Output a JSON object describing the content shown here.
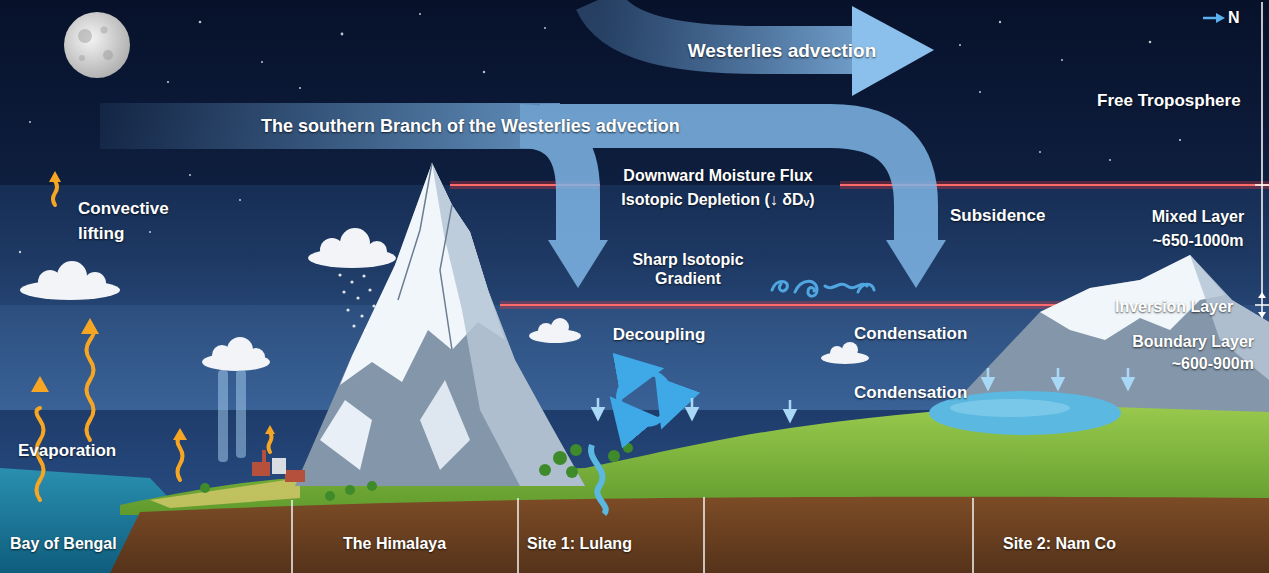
{
  "diagram": {
    "labels": [
      "Westerlies advection",
      "N",
      "Free Troposphere",
      "The southern Branch of the Westerlies advection",
      "Convective lifting",
      "Downward Moisture Flux",
      "Isotopic Depletion (↓ δDᵥ)",
      "Subsidence",
      "Mixed Layer ~650-1000m",
      "Sharp Isotopic Gradient",
      "Inversion Layer",
      "Decoupling",
      "Condensation",
      "Boundary Layer ~600-900m",
      "Condensation",
      "Evaporation",
      "Bay of Bengal",
      "The Himalaya",
      "Site 1: Lulang",
      "Site 2: Nam Co"
    ]
  }
}
